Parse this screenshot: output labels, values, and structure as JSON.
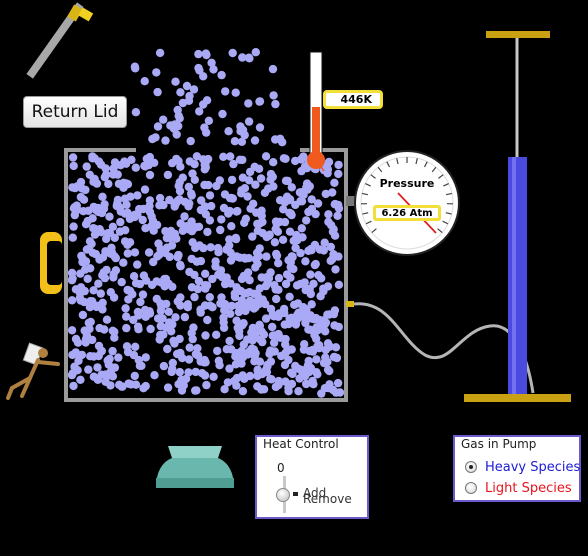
{
  "buttons": {
    "return_lid": "Return Lid"
  },
  "thermometer": {
    "reading": "446K"
  },
  "pressure_gauge": {
    "title": "Pressure",
    "reading": "6.26 Atm"
  },
  "heat_control": {
    "title": "Heat Control",
    "value": "0",
    "add_label": "Add",
    "remove_label": "Remove"
  },
  "gas_in_pump": {
    "title": "Gas in Pump",
    "options": [
      {
        "label": "Heavy Species",
        "color": "#1c1cd6",
        "selected": true
      },
      {
        "label": "Light Species",
        "color": "#e8141e",
        "selected": false
      }
    ]
  },
  "colors": {
    "particle": "#a9a9f5",
    "box_wall": "#9a9a9a",
    "handle": "#f2c018",
    "pump_cylinder": "#4a4ae0",
    "pump_base": "#c9a112",
    "thermometer_fluid": "#f05a1e",
    "stove": "#69b7ad"
  },
  "icons": {
    "lid": "open-lid-icon",
    "handle": "box-handle-icon",
    "pusher": "wooden-mannequin-icon",
    "stove": "stove-burner-icon",
    "pump": "bicycle-pump-icon"
  }
}
